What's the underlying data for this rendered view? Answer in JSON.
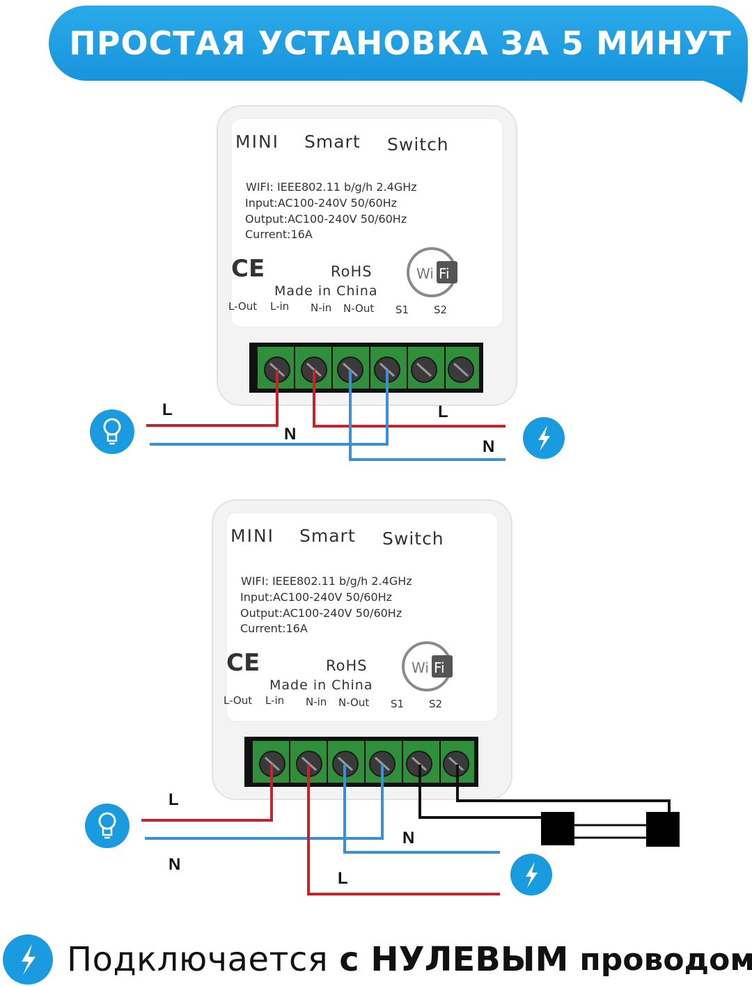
{
  "banner": {
    "title": "ПРОСТАЯ УСТАНОВКА ЗА 5 МИНУТ",
    "color": "#1a9be0"
  },
  "device": {
    "brand_word1": "MINI",
    "brand_word2": "Smart",
    "brand_word3": "Switch",
    "spec_wifi": "WIFI: IEEE802.11 b/g/h 2.4GHz",
    "spec_input": "Input:AC100-240V 50/60Hz",
    "spec_output": "Output:AC100-240V 50/60Hz",
    "spec_current": "Current:16A",
    "ce_mark": "CE",
    "rohs": "RoHS",
    "made_in": "Made in China",
    "wifi_logo_left": "Wi",
    "wifi_logo_right": "Fi",
    "terminals": [
      "L-Out",
      "L-in",
      "N-in",
      "N-Out",
      "S1",
      "S2"
    ]
  },
  "diagram1": {
    "left_live_label": "L",
    "left_neutral_label": "N",
    "right_live_label": "L",
    "right_neutral_label": "N",
    "left_icon": "lightbulb-icon",
    "right_icon": "power-bolt-icon"
  },
  "diagram2": {
    "left_live_label": "L",
    "left_neutral_label": "N",
    "right_neutral_label": "N",
    "right_live_label": "L",
    "left_icon": "lightbulb-icon",
    "right_icon": "power-bolt-icon",
    "external_switch_icon": "wall-switch-icon"
  },
  "footer": {
    "text_regular": "Подключается",
    "text_bold_1": "с НУЛЕВЫМ",
    "text_bold_2": "проводом",
    "icon": "power-bolt-icon"
  },
  "colors": {
    "accent_blue": "#1a9be0",
    "live_wire": "#c8232c",
    "neutral_wire": "#3a8fd6",
    "terminal_green": "#2f8f3a"
  }
}
